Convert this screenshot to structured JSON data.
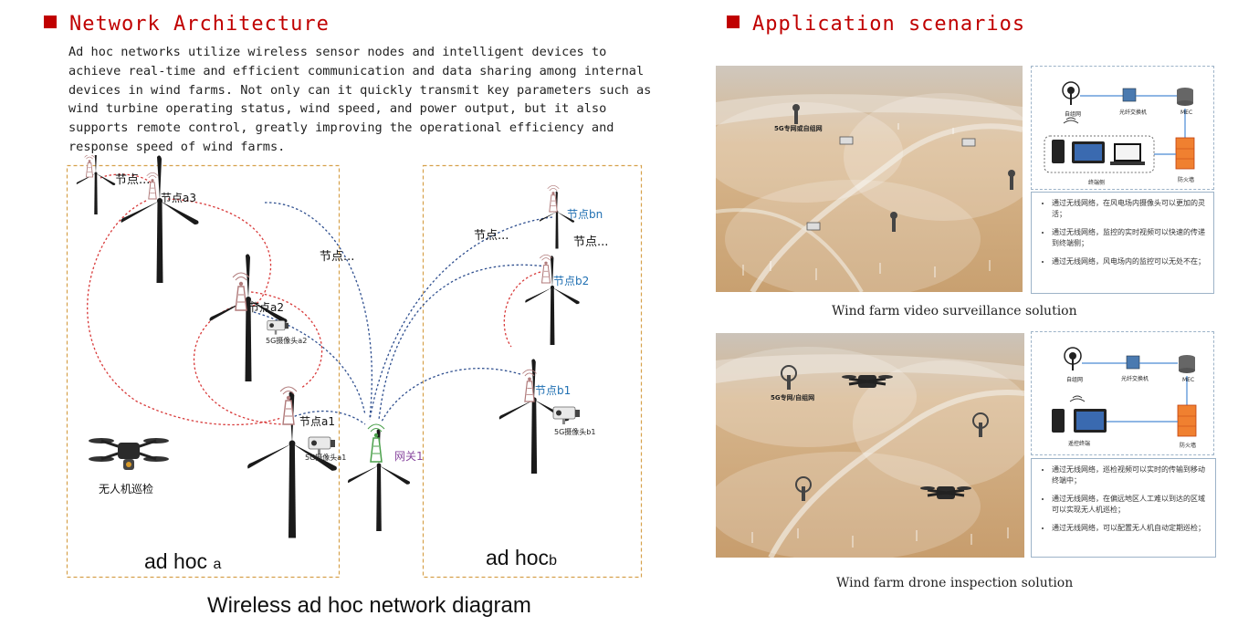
{
  "left": {
    "heading": "Network Architecture",
    "paragraph_lines": [
      "Ad hoc networks utilize wireless sensor nodes and intelligent devices to",
      "achieve real-time and efficient communication and data sharing among internal",
      "devices in wind farms. Not only can it quickly transmit key parameters such as",
      "wind turbine operating status, wind speed, and power output, but it also",
      "supports remote control, greatly improving the operational efficiency and",
      "response speed of wind farms."
    ],
    "diagram": {
      "caption": "Wireless ad hoc network diagram",
      "panel_a_label": "ad hoc",
      "panel_a_sub": "a",
      "panel_b_label": "ad hoc",
      "panel_b_sub": "b",
      "labels": {
        "node_a_dots": "节点...",
        "node_a3": "节点a3",
        "node_a2": "节点a2",
        "node_a1": "节点a1",
        "cam_a2": "5G摄像头a2",
        "cam_a1": "5G摄像头a1",
        "drone": "无人机巡检",
        "node_mid_dots": "节点...",
        "gateway": "网关1",
        "node_bn": "节点bn",
        "node_b_dots1": "节点...",
        "node_b_dots2": "节点...",
        "node_b2": "节点b2",
        "node_b1": "节点b1",
        "cam_b1": "5G摄像头b1"
      },
      "colors": {
        "red_link": "#d83a3a",
        "blue_link": "#2f4f8f",
        "box_border": "#d6a04a"
      }
    }
  },
  "right": {
    "heading": "Application scenarios",
    "scenario1": {
      "caption": "Wind farm video surveillance solution",
      "photo_label": "5G专网或自组网",
      "diagram": {
        "ad_hoc": "自组网",
        "switch": "光纤交换机",
        "mec": "MEC",
        "terminal": "终端侧",
        "firewall": "防火墙"
      },
      "bullets": [
        "通过无线网络，在风电场内摄像头可以更加的灵活；",
        "通过无线网络，监控的实时视频可以快速的传递到终端侧；",
        "通过无线网络，风电场内的监控可以无处不在；"
      ]
    },
    "scenario2": {
      "caption": "Wind farm drone inspection solution",
      "photo_label": "5G专网/自组网",
      "diagram": {
        "ad_hoc": "自组网",
        "switch": "光纤交换机",
        "mec": "MEC",
        "terminal": "遥控终端",
        "firewall": "防火墙"
      },
      "bullets": [
        "通过无线网络，巡检视频可以实时的传输到移动终端中；",
        "通过无线网络，在偏远地区人工难以到达的区域可以实现无人机巡检；",
        "通过无线网络，可以配置无人机自动定期巡检；"
      ]
    }
  }
}
